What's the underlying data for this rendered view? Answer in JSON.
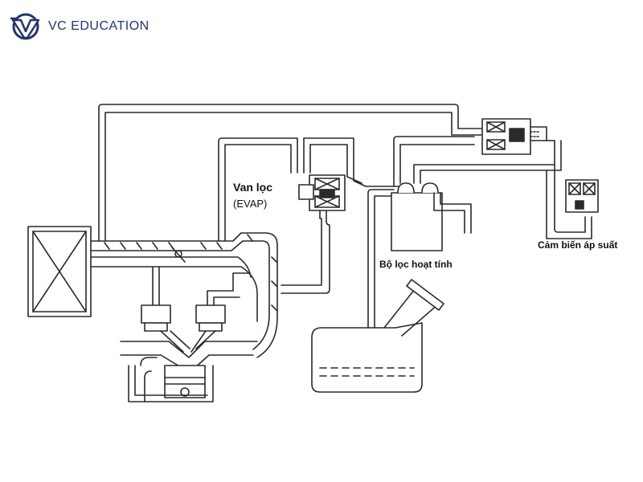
{
  "brand": {
    "name": "VC EDUCATION",
    "color": "#24356b"
  },
  "labels": {
    "purge_valve_title": "Van lọc",
    "purge_valve_sub": "(EVAP)",
    "charcoal_canister": "Bộ lọc hoạt tính",
    "pressure_sensor": "Cảm biến áp suất"
  },
  "icons": [
    "logo-icon"
  ],
  "colors": {
    "line": "#2a2a2a",
    "background": "#ffffff"
  }
}
